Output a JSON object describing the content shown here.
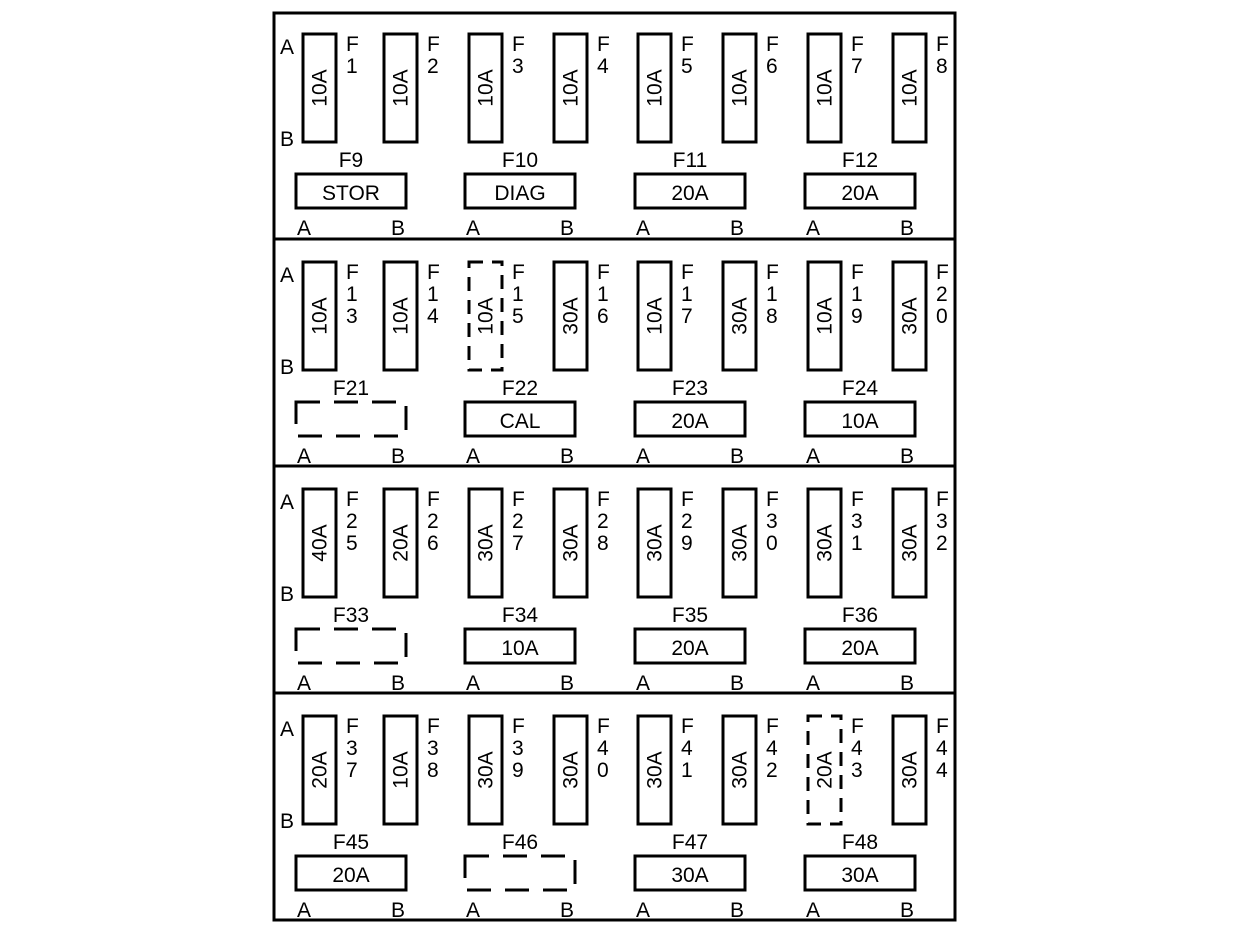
{
  "diagram": {
    "side_labels": {
      "top": "A",
      "bottom": "B"
    },
    "rows": [
      {
        "vertical": [
          {
            "id": "F1",
            "label": "F\n1",
            "rating": "10A",
            "present": true
          },
          {
            "id": "F2",
            "label": "F\n2",
            "rating": "10A",
            "present": true
          },
          {
            "id": "F3",
            "label": "F\n3",
            "rating": "10A",
            "present": true
          },
          {
            "id": "F4",
            "label": "F\n4",
            "rating": "10A",
            "present": true
          },
          {
            "id": "F5",
            "label": "F\n5",
            "rating": "10A",
            "present": true
          },
          {
            "id": "F6",
            "label": "F\n6",
            "rating": "10A",
            "present": true
          },
          {
            "id": "F7",
            "label": "F\n7",
            "rating": "10A",
            "present": true
          },
          {
            "id": "F8",
            "label": "F\n8",
            "rating": "10A",
            "present": true
          }
        ],
        "horizontal": [
          {
            "id": "F9",
            "label": "F9",
            "rating": "STOR",
            "present": true
          },
          {
            "id": "F10",
            "label": "F10",
            "rating": "DIAG",
            "present": true
          },
          {
            "id": "F11",
            "label": "F11",
            "rating": "20A",
            "present": true
          },
          {
            "id": "F12",
            "label": "F12",
            "rating": "20A",
            "present": true
          }
        ]
      },
      {
        "vertical": [
          {
            "id": "F13",
            "label": "F\n1\n3",
            "rating": "10A",
            "present": true
          },
          {
            "id": "F14",
            "label": "F\n1\n4",
            "rating": "10A",
            "present": true
          },
          {
            "id": "F15",
            "label": "F\n1\n5",
            "rating": "10A",
            "present": false
          },
          {
            "id": "F16",
            "label": "F\n1\n6",
            "rating": "30A",
            "present": true
          },
          {
            "id": "F17",
            "label": "F\n1\n7",
            "rating": "10A",
            "present": true
          },
          {
            "id": "F18",
            "label": "F\n1\n8",
            "rating": "30A",
            "present": true
          },
          {
            "id": "F19",
            "label": "F\n1\n9",
            "rating": "10A",
            "present": true
          },
          {
            "id": "F20",
            "label": "F\n2\n0",
            "rating": "30A",
            "present": true
          }
        ],
        "horizontal": [
          {
            "id": "F21",
            "label": "F21",
            "rating": "",
            "present": false
          },
          {
            "id": "F22",
            "label": "F22",
            "rating": "CAL",
            "present": true
          },
          {
            "id": "F23",
            "label": "F23",
            "rating": "20A",
            "present": true
          },
          {
            "id": "F24",
            "label": "F24",
            "rating": "10A",
            "present": true
          }
        ]
      },
      {
        "vertical": [
          {
            "id": "F25",
            "label": "F\n2\n5",
            "rating": "40A",
            "present": true
          },
          {
            "id": "F26",
            "label": "F\n2\n6",
            "rating": "20A",
            "present": true
          },
          {
            "id": "F27",
            "label": "F\n2\n7",
            "rating": "30A",
            "present": true
          },
          {
            "id": "F28",
            "label": "F\n2\n8",
            "rating": "30A",
            "present": true
          },
          {
            "id": "F29",
            "label": "F\n2\n9",
            "rating": "30A",
            "present": true
          },
          {
            "id": "F30",
            "label": "F\n3\n0",
            "rating": "30A",
            "present": true
          },
          {
            "id": "F31",
            "label": "F\n3\n1",
            "rating": "30A",
            "present": true
          },
          {
            "id": "F32",
            "label": "F\n3\n2",
            "rating": "30A",
            "present": true
          }
        ],
        "horizontal": [
          {
            "id": "F33",
            "label": "F33",
            "rating": "",
            "present": false
          },
          {
            "id": "F34",
            "label": "F34",
            "rating": "10A",
            "present": true
          },
          {
            "id": "F35",
            "label": "F35",
            "rating": "20A",
            "present": true
          },
          {
            "id": "F36",
            "label": "F36",
            "rating": "20A",
            "present": true
          }
        ]
      },
      {
        "vertical": [
          {
            "id": "F37",
            "label": "F\n3\n7",
            "rating": "20A",
            "present": true
          },
          {
            "id": "F38",
            "label": "F\n3\n8",
            "rating": "10A",
            "present": true
          },
          {
            "id": "F39",
            "label": "F\n3\n9",
            "rating": "30A",
            "present": true
          },
          {
            "id": "F40",
            "label": "F\n4\n0",
            "rating": "30A",
            "present": true
          },
          {
            "id": "F41",
            "label": "F\n4\n1",
            "rating": "30A",
            "present": true
          },
          {
            "id": "F42",
            "label": "F\n4\n2",
            "rating": "30A",
            "present": true
          },
          {
            "id": "F43",
            "label": "F\n4\n3",
            "rating": "20A",
            "present": false
          },
          {
            "id": "F44",
            "label": "F\n4\n4",
            "rating": "30A",
            "present": true
          }
        ],
        "horizontal": [
          {
            "id": "F45",
            "label": "F45",
            "rating": "20A",
            "present": true
          },
          {
            "id": "F46",
            "label": "F46",
            "rating": "",
            "present": false
          },
          {
            "id": "F47",
            "label": "F47",
            "rating": "30A",
            "present": true
          },
          {
            "id": "F48",
            "label": "F48",
            "rating": "30A",
            "present": true
          }
        ]
      }
    ]
  }
}
